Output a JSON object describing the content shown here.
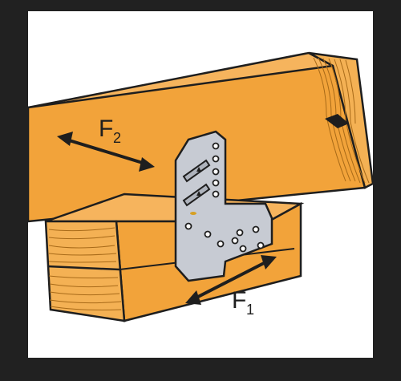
{
  "figure": {
    "forces": [
      {
        "letter": "F",
        "subscript": "2"
      },
      {
        "letter": "F",
        "subscript": "1"
      }
    ]
  },
  "colors": {
    "background": "#212121",
    "panel": "#ffffff",
    "wood": "#f2a33a",
    "wood_end_grain": "#f4b154",
    "wood_shadow": "#d98a24",
    "steel_plate": "#c7cbd3",
    "outline": "#1e1e1e"
  }
}
